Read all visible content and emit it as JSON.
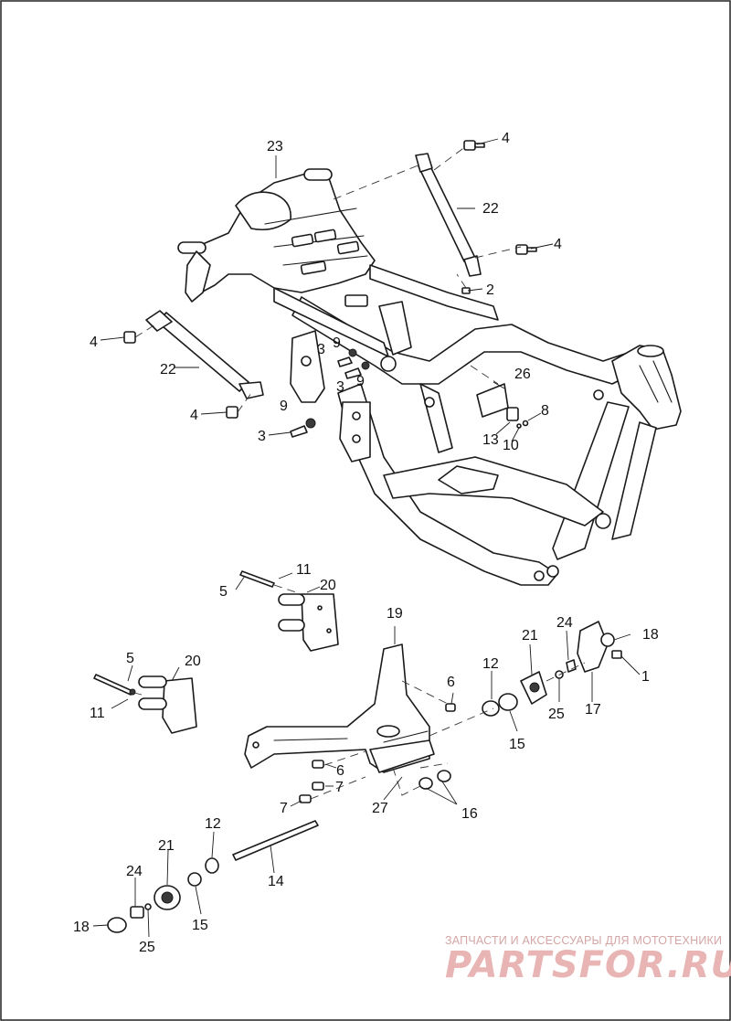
{
  "diagram": {
    "callouts": {
      "c23": "23",
      "c22a": "22",
      "c4a": "4",
      "c4b": "4",
      "c2": "2",
      "c4c": "4",
      "c3a": "3",
      "c9a": "9",
      "c9b": "9",
      "c3b": "3",
      "c22b": "22",
      "c26": "26",
      "c4d": "4",
      "c9c": "9",
      "c8": "8",
      "c3c": "3",
      "c13": "13",
      "c10": "10",
      "c11a": "11",
      "c5a": "5",
      "c20a": "20",
      "c19": "19",
      "c24a": "24",
      "c18a": "18",
      "c21a": "21",
      "c5b": "5",
      "c20b": "20",
      "c12a": "12",
      "c6a": "6",
      "c1": "1",
      "c11b": "11",
      "c25a": "25",
      "c17": "17",
      "c15a": "15",
      "c6b": "6",
      "c7a": "7",
      "c7b": "7",
      "c27": "27",
      "c16": "16",
      "c12b": "12",
      "c21b": "21",
      "c14": "14",
      "c24b": "24",
      "c18b": "18",
      "c15b": "15",
      "c25b": "25"
    }
  },
  "watermark": {
    "tagline": "ЗАПЧАСТИ И АКСЕССУАРЫ ДЛЯ МОТОТЕХНИКИ",
    "brand": "PARTSFOR.RU"
  }
}
